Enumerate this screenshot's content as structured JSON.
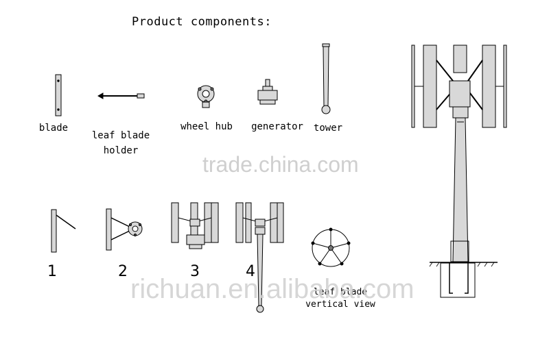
{
  "title": "Product components:",
  "components": [
    {
      "id": "blade",
      "label": "blade",
      "icon": "blade-icon"
    },
    {
      "id": "leaf-blade-holder",
      "label": "leaf blade\nholder",
      "icon": "leaf-blade-holder-icon"
    },
    {
      "id": "wheel-hub",
      "label": "wheel hub",
      "icon": "wheel-hub-icon"
    },
    {
      "id": "generator",
      "label": "generator",
      "icon": "generator-icon"
    },
    {
      "id": "tower",
      "label": "tower",
      "icon": "tower-icon"
    }
  ],
  "steps": [
    "1",
    "2",
    "3",
    "4"
  ],
  "top_view_label": "leaf blade\nvertical view",
  "watermarks": {
    "center": "trade.china.com",
    "bottom": "richuan.en.alibaba.com"
  },
  "colors": {
    "line": "#000000",
    "fill": "#d8d8d8",
    "watermark": "#cfcfcf"
  }
}
